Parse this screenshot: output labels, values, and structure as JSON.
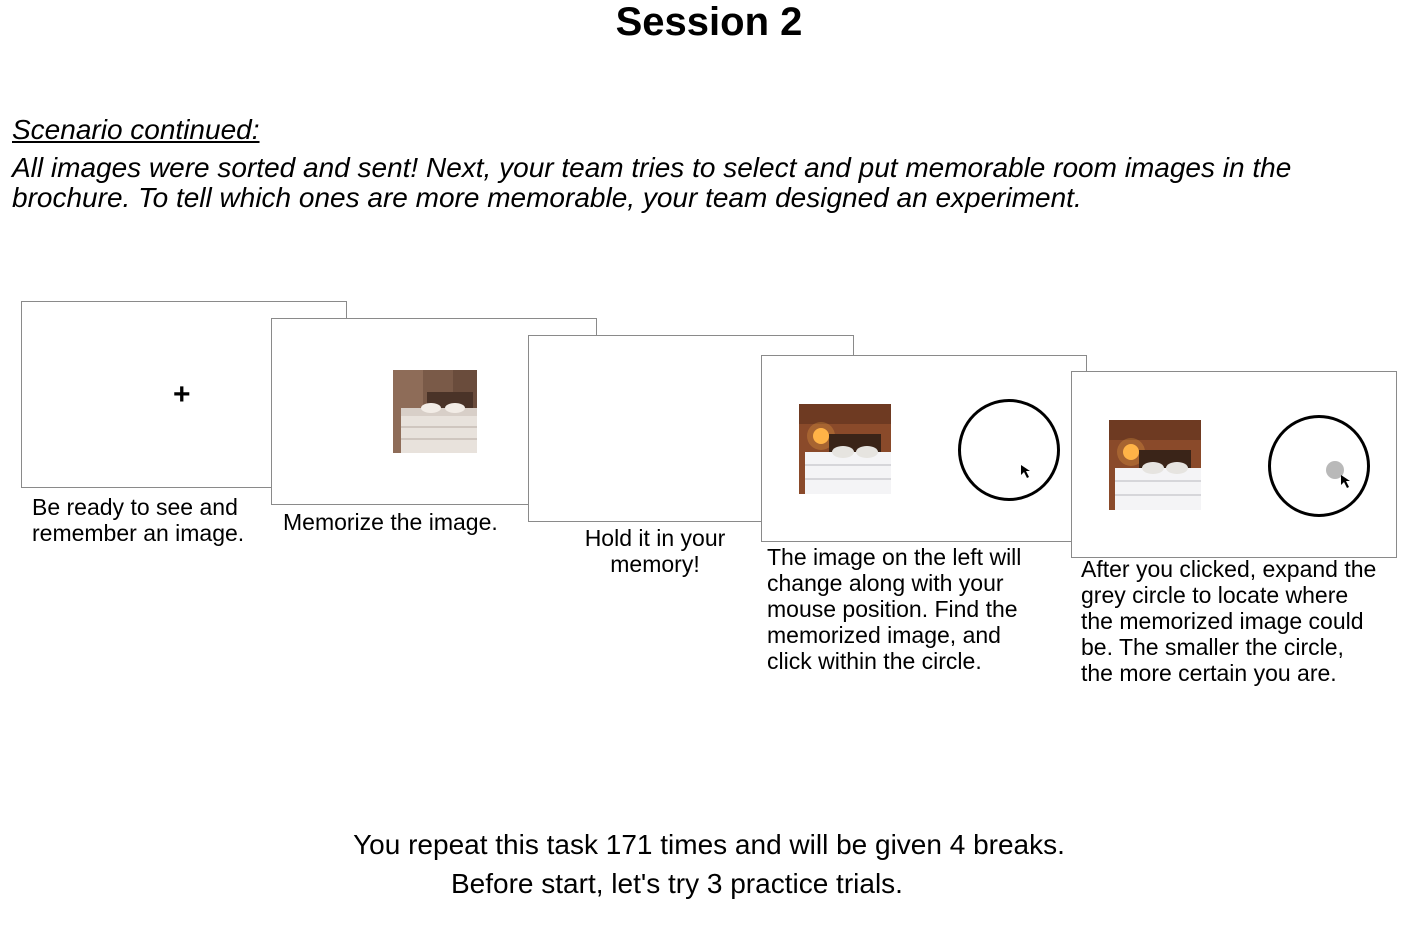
{
  "title": "Session 2",
  "scenario": {
    "heading": "Scenario continued:",
    "line1": "All images were sorted and sent! Next, your team tries to select and put memorable room images in the",
    "line2": "brochure. To tell which ones are more memorable, your team designed an experiment."
  },
  "steps": [
    {
      "fixation": "+",
      "caption": [
        "Be ready to see and",
        "remember an image."
      ]
    },
    {
      "image_icon": "bedroom-photo-icon",
      "caption": [
        "Memorize the image."
      ]
    },
    {
      "caption": [
        "Hold it in your",
        "memory!"
      ]
    },
    {
      "image_icon": "bedroom-photo-icon",
      "cursor_icon": "mouse-cursor-icon",
      "caption": [
        "The image on the left will",
        "change along with your",
        "mouse position. Find the",
        "memorized image, and",
        "click within the circle."
      ]
    },
    {
      "image_icon": "bedroom-photo-icon",
      "cursor_icon": "mouse-cursor-icon",
      "dot_color": "#b9b9b9",
      "caption": [
        "After you clicked, expand the",
        "grey circle to locate where",
        "the memorized image could",
        "be. The smaller the circle,",
        "the more certain you are."
      ]
    }
  ],
  "footer": {
    "line1": "You repeat this task 171 times and will be given 4 breaks.",
    "line2": "Before start, let's try 3 practice trials."
  }
}
